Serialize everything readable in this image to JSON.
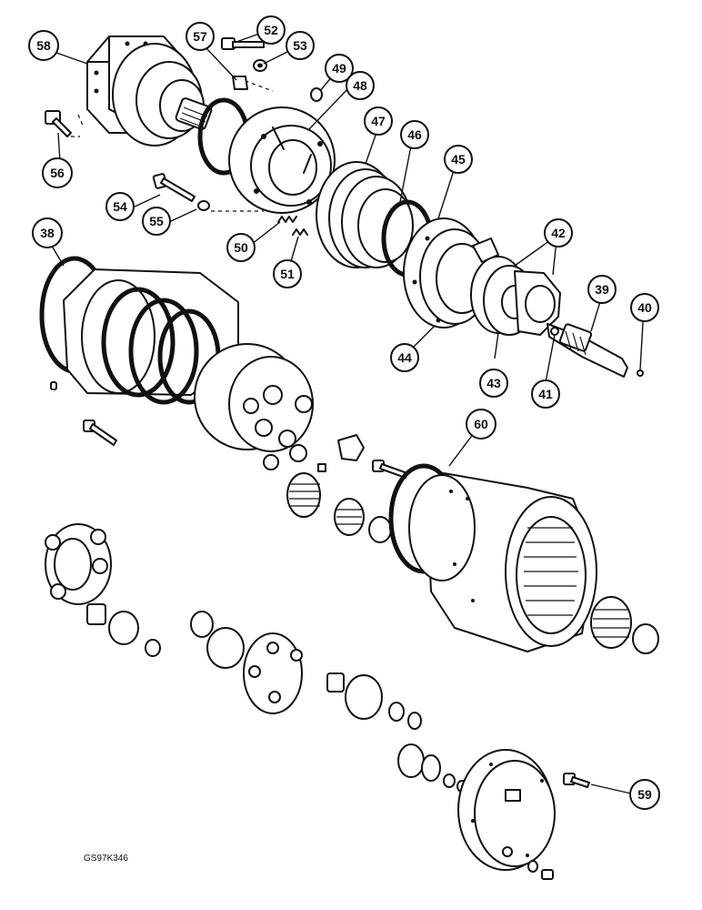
{
  "diagram": {
    "image_code": "GS97K346",
    "callouts": [
      {
        "id": "58",
        "label": "58"
      },
      {
        "id": "57",
        "label": "57"
      },
      {
        "id": "52",
        "label": "52"
      },
      {
        "id": "53",
        "label": "53"
      },
      {
        "id": "49",
        "label": "49"
      },
      {
        "id": "48",
        "label": "48"
      },
      {
        "id": "47",
        "label": "47"
      },
      {
        "id": "46",
        "label": "46"
      },
      {
        "id": "45",
        "label": "45"
      },
      {
        "id": "56",
        "label": "56"
      },
      {
        "id": "54",
        "label": "54"
      },
      {
        "id": "55",
        "label": "55"
      },
      {
        "id": "50",
        "label": "50"
      },
      {
        "id": "51",
        "label": "51"
      },
      {
        "id": "38",
        "label": "38"
      },
      {
        "id": "42",
        "label": "42"
      },
      {
        "id": "39",
        "label": "39"
      },
      {
        "id": "40",
        "label": "40"
      },
      {
        "id": "44",
        "label": "44"
      },
      {
        "id": "43",
        "label": "43"
      },
      {
        "id": "41",
        "label": "41"
      },
      {
        "id": "60",
        "label": "60"
      },
      {
        "id": "59",
        "label": "59"
      }
    ]
  }
}
